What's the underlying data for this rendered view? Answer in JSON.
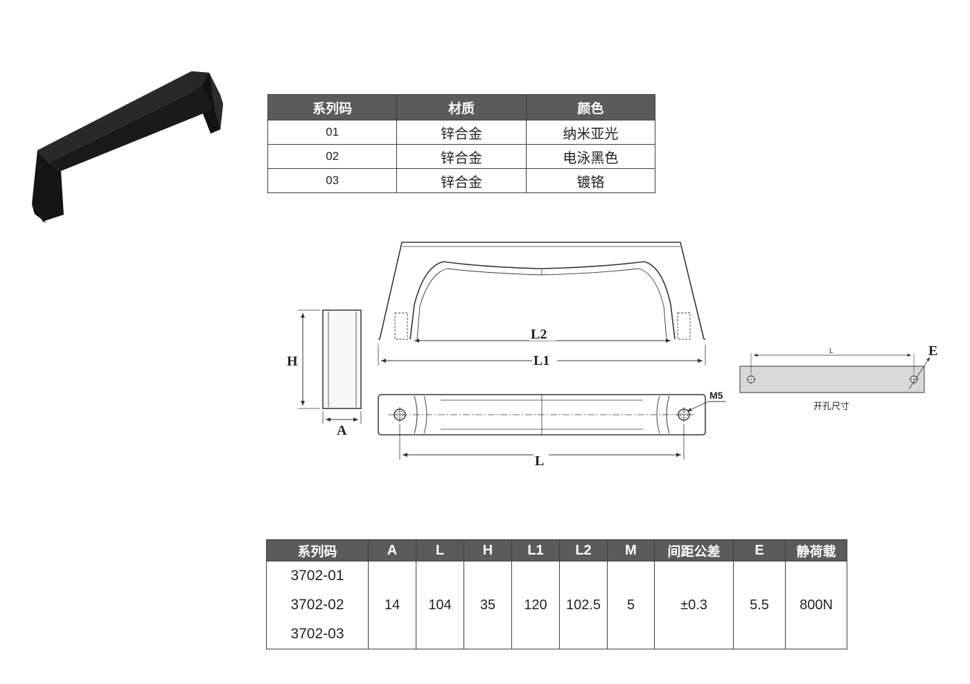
{
  "materials_table": {
    "headers": [
      "系列码",
      "材质",
      "颜色"
    ],
    "rows": [
      {
        "code": "01",
        "material": "锌合金",
        "color": "纳米亚光"
      },
      {
        "code": "02",
        "material": "锌合金",
        "color": "电泳黑色"
      },
      {
        "code": "03",
        "material": "锌合金",
        "color": "镀铬"
      }
    ]
  },
  "drawing_labels": {
    "h": "H",
    "a": "A",
    "l2": "L2",
    "l1": "L1",
    "l": "L",
    "m5": "M5",
    "e": "E",
    "hole_l": "L",
    "hole_caption": "开孔尺寸"
  },
  "spec_table": {
    "headers": [
      "系列码",
      "A",
      "L",
      "H",
      "L1",
      "L2",
      "M",
      "间距公差",
      "E",
      "静荷载"
    ],
    "codes": [
      "3702-01",
      "3702-02",
      "3702-03"
    ],
    "values": [
      "14",
      "104",
      "35",
      "120",
      "102.5",
      "5",
      "±0.3",
      "5.5",
      "800N"
    ]
  },
  "colors": {
    "header_bg": "#5b5b5b",
    "product_black": "#1c1c1c",
    "hole_plate": "#d8d8d8"
  }
}
